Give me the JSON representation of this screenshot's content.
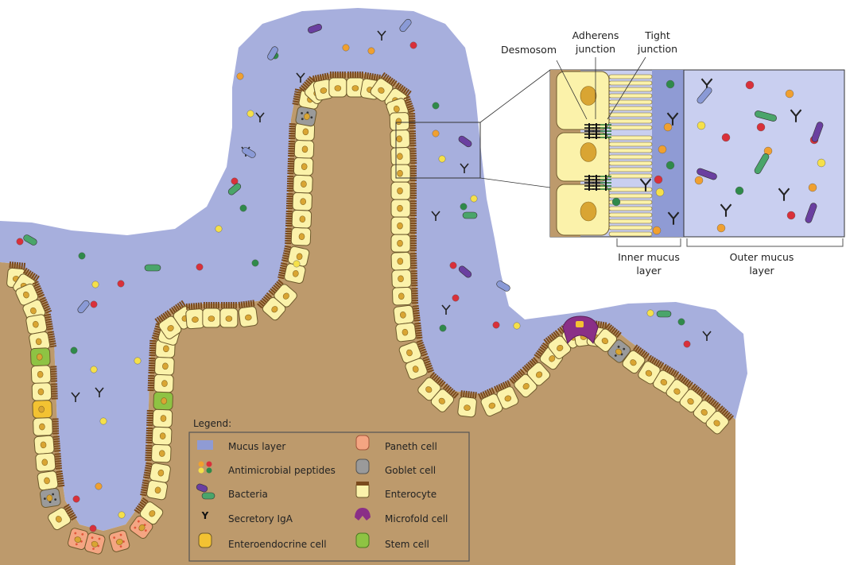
{
  "colors": {
    "mucus": "#a7afdd",
    "inner_mucus": "#8f9bd4",
    "lumen_inset": "#c9cff0",
    "tissue": "#bd9a6c",
    "cell": "#fbf2aa",
    "cell_edge": "#6e5a2c",
    "nucleus": "#d9a533",
    "brush": "#7a4a1c",
    "goblet": "#9a9a9a",
    "enteroendocrine": "#f3c232",
    "stem": "#8ec343",
    "paneth": "#f4a582",
    "microfold": "#8a2f87",
    "bacteria_purple": "#6a3fa0",
    "bacteria_green": "#4aa56a",
    "bacteria_red": "#d63a3a",
    "bacteria_blue": "#8a9ad6",
    "amp_red": "#d9303a",
    "amp_yellow": "#f5e04a",
    "amp_green": "#2f8a4a",
    "amp_orange": "#f0a030"
  },
  "inset": {
    "labels": {
      "desmosome": "Desmosom",
      "adherens_line1": "Adherens",
      "adherens_line2": "junction",
      "tight_line1": "Tight",
      "tight_line2": "junction",
      "inner_line1": "Inner mucus",
      "inner_line2": "layer",
      "outer_line1": "Outer mucus",
      "outer_line2": "layer"
    }
  },
  "legend": {
    "title": "Legend:",
    "items": [
      {
        "label": "Mucus layer",
        "icon": "mucus-swatch-icon"
      },
      {
        "label": "Antimicrobial peptides",
        "icon": "peptides-icon"
      },
      {
        "label": "Bacteria",
        "icon": "bacteria-icon"
      },
      {
        "label": "Secretory IgA",
        "icon": "iga-icon"
      },
      {
        "label": "Enteroendocrine cell",
        "icon": "enteroendocrine-icon"
      },
      {
        "label": "Paneth cell",
        "icon": "paneth-icon"
      },
      {
        "label": "Goblet cell",
        "icon": "goblet-icon"
      },
      {
        "label": "Enterocyte",
        "icon": "enterocyte-icon"
      },
      {
        "label": "Microfold cell",
        "icon": "microfold-icon"
      },
      {
        "label": "Stem cell",
        "icon": "stem-icon"
      }
    ]
  }
}
